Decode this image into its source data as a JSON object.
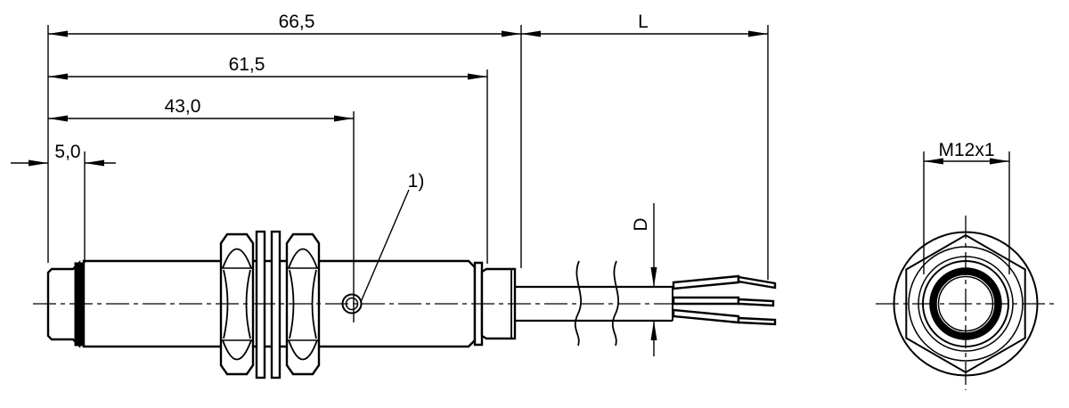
{
  "drawing": {
    "type": "technical-dimension-drawing",
    "subject": "cylindrical M12 sensor with cable, side view and face view",
    "background_color": "#ffffff",
    "line_color": "#000000",
    "labels": {
      "overall_length": "66,5",
      "housing_length": "61,5",
      "led_position": "43,0",
      "tip_length": "5,0",
      "cable_length": "L",
      "cable_diameter": "D",
      "thread": "M12x1",
      "note_ref": "1)"
    }
  }
}
